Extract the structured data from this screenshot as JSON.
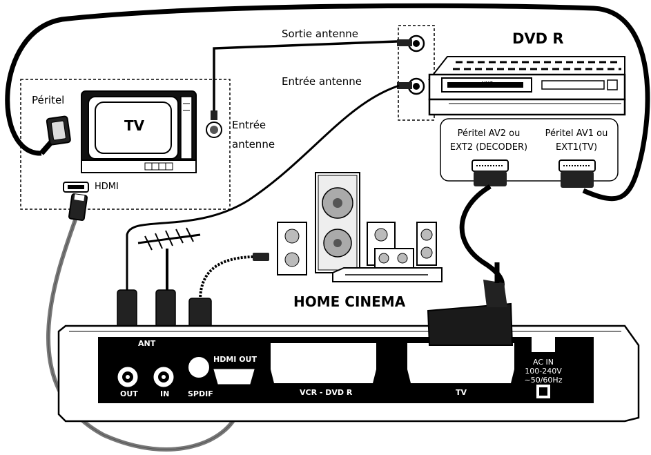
{
  "labels": {
    "sortie_antenne": "Sortie antenne",
    "entree_antenne_dvd": "Entrée antenne",
    "dvd_title": "DVD R",
    "peritel_tv": "Péritel",
    "tv_title": "TV",
    "entree_antenne_tv_line1": "Entrée",
    "entree_antenne_tv_line2": "antenne",
    "hdmi_tv": "HDMI",
    "peritel_av2_line1": "Péritel AV2 ou",
    "peritel_av2_line2": "EXT2 (DECODER)",
    "peritel_av1_line1": "Péritel AV1 ou",
    "peritel_av1_line2": "EXT1(TV)",
    "home_cinema": "HOME CINEMA",
    "vhs": "VHS"
  },
  "receiver": {
    "ant": "ANT",
    "out": "OUT",
    "in": "IN",
    "spdif": "SPDIF",
    "hdmi_out": "HDMI OUT",
    "vcr_dvd": "VCR - DVD R",
    "tv": "TV",
    "ac_line1": "AC IN",
    "ac_line2": "100-240V",
    "ac_line3": "~50/60Hz"
  }
}
